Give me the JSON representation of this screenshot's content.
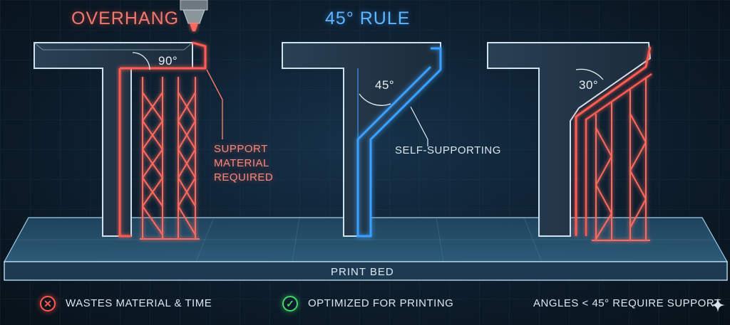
{
  "titles": {
    "overhang": "OVERHANG",
    "rule": "45° RULE"
  },
  "angles": {
    "left": "90°",
    "middle": "45°",
    "right": "30°"
  },
  "callouts": {
    "support_line1": "SUPPORT",
    "support_line2": "MATERIAL",
    "support_line3": "REQUIRED",
    "self_supporting": "SELF-SUPPORTING"
  },
  "bed_label": "PRINT BED",
  "footer": {
    "wastes": "WASTES MATERIAL & TIME",
    "wastes_icon": "x-circle-icon",
    "optimized": "OPTIMIZED FOR PRINTING",
    "optimized_icon": "check-circle-icon",
    "rule_note": "ANGLES < 45° REQUIRE SUPPORT"
  },
  "colors": {
    "red": "#ff5b52",
    "blue": "#3aa0ff",
    "green": "#44d76a",
    "background": "#0d1e2d"
  }
}
